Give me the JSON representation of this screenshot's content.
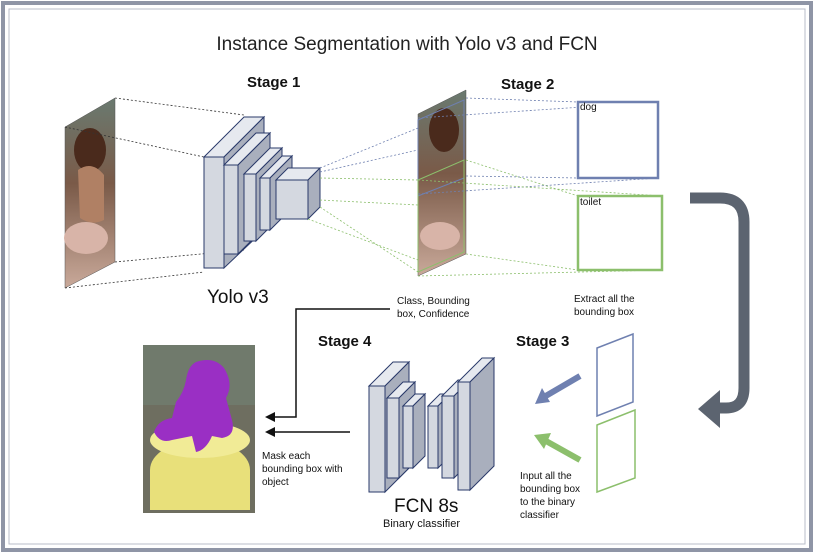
{
  "title": "Instance Segmentation with Yolo v3 and FCN",
  "stages": {
    "stage1": "Stage 1",
    "stage2": "Stage 2",
    "stage3": "Stage 3",
    "stage4": "Stage 4"
  },
  "labels": {
    "yolo": "Yolo v3",
    "fcn": "FCN 8s",
    "binary_classifier": "Binary classifier",
    "box_dog": "dog",
    "box_toilet": "toilet",
    "class_info_line1": "Class, Bounding",
    "class_info_line2": "box, Confidence",
    "extract_line1": "Extract all the",
    "extract_line2": "bounding box",
    "input_line1": "Input all the",
    "input_line2": "bounding box",
    "input_line3": "to the binary",
    "input_line4": "classifier",
    "mask_line1": "Mask each",
    "mask_line2": "bounding box with",
    "mask_line3": "object"
  },
  "colors": {
    "blue_box": "#6f80b0",
    "green_box": "#8cbf6c",
    "mask_purple": "#9a2fc4",
    "mask_yellow": "#e8e07a",
    "block_fill": "#d4d8e0",
    "block_stroke": "#2a3a6a",
    "curve_arrow": "#5c6470"
  }
}
